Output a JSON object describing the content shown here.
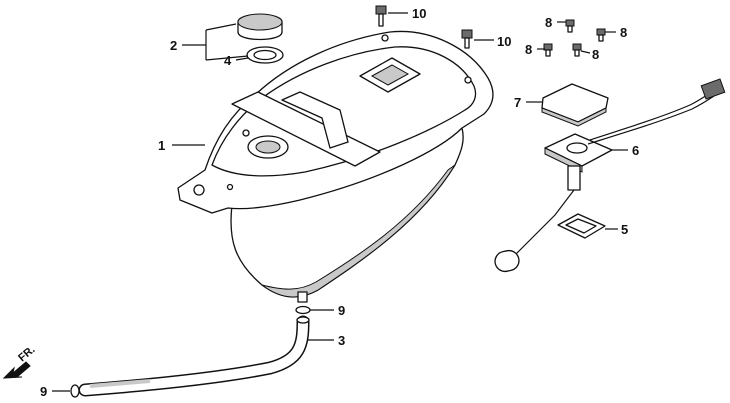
{
  "callouts": {
    "c1": "1",
    "c2": "2",
    "c3": "3",
    "c4": "4",
    "c5": "5",
    "c6": "6",
    "c7": "7",
    "c8a": "8",
    "c8b": "8",
    "c8c": "8",
    "c8d": "8",
    "c9a": "9",
    "c9b": "9",
    "c10a": "10",
    "c10b": "10"
  },
  "direction_marker": {
    "label": "FR.",
    "icon": "arrow-front-icon"
  }
}
